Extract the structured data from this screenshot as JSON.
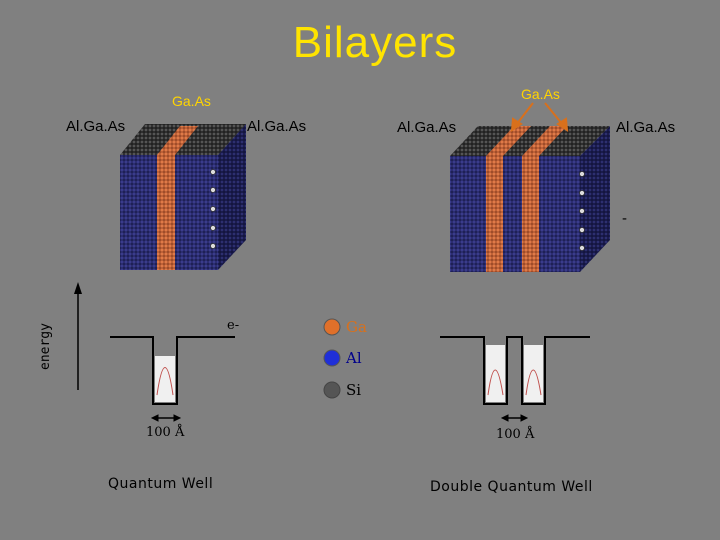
{
  "title": "Bilayers",
  "labels": {
    "gaas_left": "Ga.As",
    "gaas_right": "Ga.As",
    "algaas_1": "Al.Ga.As",
    "algaas_2": "Al.Ga.As",
    "algaas_3": "Al.Ga.As",
    "algaas_4": "Al.Ga.As",
    "dash": "-",
    "electron": "e-",
    "energy_axis": "energy",
    "scale_left": "100 Å",
    "scale_right": "100 Å",
    "caption_left": "Quantum Well",
    "caption_right": "Double Quantum Well"
  },
  "legend": [
    {
      "label": "Ga",
      "color": "#e0702a",
      "text_color": "#d8701c"
    },
    {
      "label": "Al",
      "color": "#1f2fd8",
      "text_color": "#00008b"
    },
    {
      "label": "Si",
      "color": "#555555",
      "text_color": "#000000"
    }
  ],
  "colors": {
    "background": "#808080",
    "title": "#ffe400",
    "algaas_block": "#2b2d6e",
    "gaas_layer": "#d86a3a"
  }
}
